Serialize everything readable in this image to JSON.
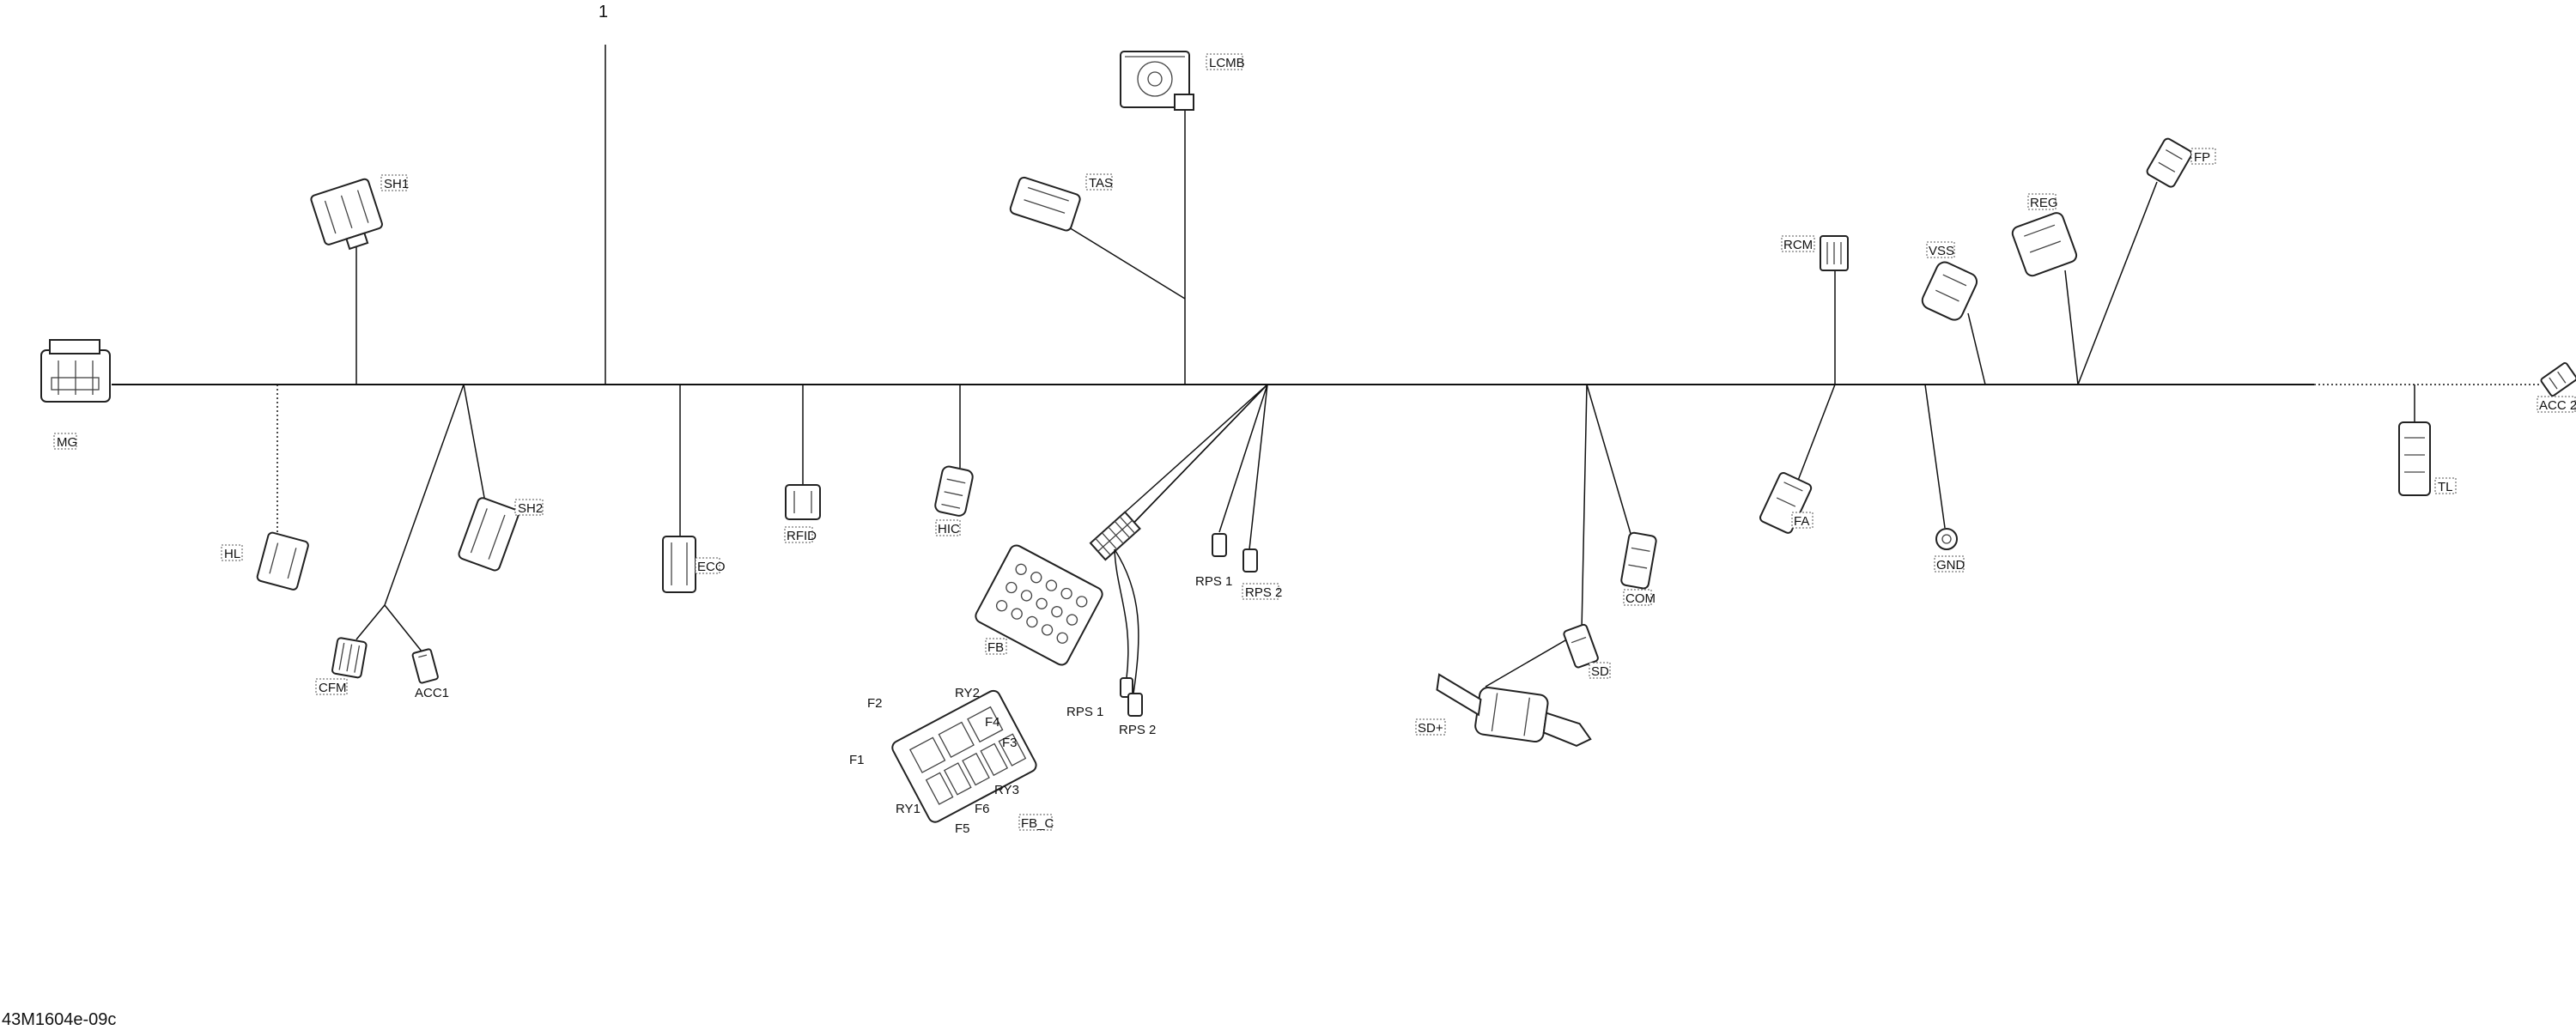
{
  "callout": "1",
  "figure_id": "43M1604e-09c",
  "connectors": {
    "mg": "MG",
    "sh1": "SH1",
    "hl": "HL",
    "sh2": "SH2",
    "cfm": "CFM",
    "acc1": "ACC1",
    "eco": "ECO",
    "rfid": "RFID",
    "hic": "HIC",
    "tas": "TAS",
    "lcmb": "LCMB",
    "fb": "FB",
    "rps1_a": "RPS 1",
    "rps2_a": "RPS 2",
    "rps1_b": "RPS 1",
    "rps2_b": "RPS 2",
    "fb_c": "FB_C",
    "sd": "SD",
    "sd_plus": "SD+",
    "com": "COM",
    "rcm": "RCM",
    "fa": "FA",
    "vss": "VSS",
    "gnd": "GND",
    "reg": "REG",
    "fp": "FP",
    "tl": "TL",
    "acc2": "ACC 2"
  },
  "fuse_block": {
    "f1": "F1",
    "f2": "F2",
    "f3": "F3",
    "f4": "F4",
    "f5": "F5",
    "f6": "F6",
    "ry1": "RY1",
    "ry2": "RY2",
    "ry3": "RY3"
  }
}
